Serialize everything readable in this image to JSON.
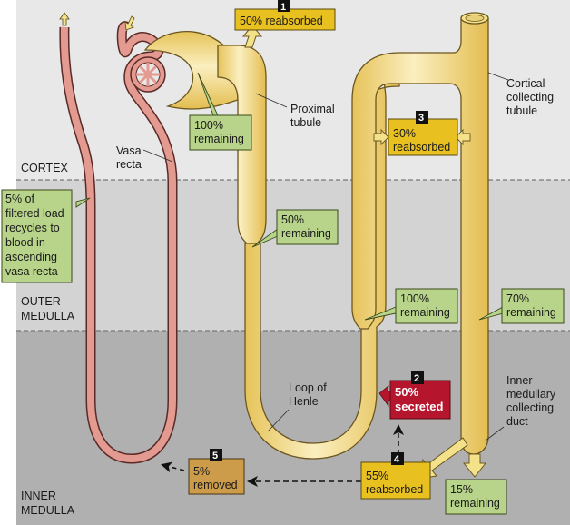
{
  "zones": [
    {
      "id": "cortex",
      "label": "CORTEX",
      "color": "#e8e8e8"
    },
    {
      "id": "outer_medulla",
      "label_lines": [
        "OUTER",
        "MEDULLA"
      ],
      "color": "#d3d3d3"
    },
    {
      "id": "inner_medulla",
      "label_lines": [
        "INNER",
        "MEDULLA"
      ],
      "color": "#b0b0b0"
    }
  ],
  "structure_labels": {
    "proximal_tubule": [
      "Proximal",
      "tubule"
    ],
    "vasa_recta": [
      "Vasa",
      "recta"
    ],
    "loop_of_henle": [
      "Loop of",
      "Henle"
    ],
    "cortical_collecting_tubule": [
      "Cortical",
      "collecting",
      "tubule"
    ],
    "inner_medullary_collecting_duct": [
      "Inner",
      "medullary",
      "collecting",
      "duct"
    ]
  },
  "steps": [
    {
      "number": "1",
      "lines": [
        "50% reabsorbed"
      ],
      "color": "#e8c020"
    },
    {
      "number": "2",
      "lines": [
        "50%",
        "secreted"
      ],
      "color": "#b5162d"
    },
    {
      "number": "3",
      "lines": [
        "30%",
        "reabsorbed"
      ],
      "color": "#e8c020"
    },
    {
      "number": "4",
      "lines": [
        "55%",
        "reabsorbed"
      ],
      "color": "#e8c020"
    },
    {
      "number": "5",
      "lines": [
        "5%",
        "removed"
      ],
      "color": "#cc9c4a"
    }
  ],
  "remaining_boxes": [
    {
      "id": "bowman",
      "lines": [
        "100%",
        "remaining"
      ]
    },
    {
      "id": "proximal_end",
      "lines": [
        "50%",
        "remaining"
      ]
    },
    {
      "id": "thin_ascending",
      "lines": [
        "100%",
        "remaining"
      ]
    },
    {
      "id": "cortical_cd_end",
      "lines": [
        "70%",
        "remaining"
      ]
    },
    {
      "id": "urine",
      "lines": [
        "15%",
        "remaining"
      ]
    },
    {
      "id": "vasa_recta_recycle",
      "lines": [
        "5% of",
        "filtered load",
        "recycles to",
        "blood in",
        "ascending",
        "vasa recta"
      ]
    }
  ],
  "colors": {
    "green_box": "#b8d48a",
    "tubule_fill": "#f0d27a",
    "tubule_highlight": "#fbefc0",
    "tubule_stroke": "#6b5620",
    "vessel_fill": "#e39a90",
    "vessel_stroke": "#5a2a26",
    "badge": "#111111"
  }
}
